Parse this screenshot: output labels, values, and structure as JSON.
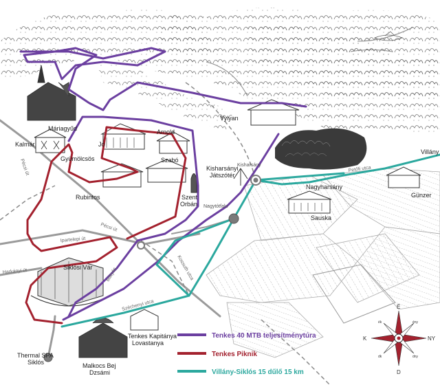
{
  "places": {
    "mariagyud": "Máriagyűd",
    "kalmar": "Kalmár",
    "jo": "Jó",
    "arnold": "Arnold",
    "szabo": "Szabó",
    "gyumolcsos": "Gyümölcsös",
    "rubintos": "Rubintos",
    "vylyan": "Vylyan",
    "kisharsanyi_jatszoter_1": "Kisharsányi",
    "kisharsanyi_jatszoter_2": "Játszótér",
    "kisharsany": "Kisharsány",
    "villany": "Villány",
    "nagyharsany": "Nagyharsány",
    "gunzer": "Günzer",
    "sauska": "Sauska",
    "nagytotfalu": "Nagytótfalu",
    "szent_orban_1": "Szent",
    "szent_orban_2": "Orbán",
    "siklosi_var": "Siklósi Vár",
    "thermal_spa_1": "Thermal SPA",
    "thermal_spa_2": "Siklós",
    "malkocs_1": "Malkocs Bej",
    "malkocs_2": "Dzsámi",
    "tenkes_lovas_1": "Tenkes Kapitánya",
    "tenkes_lovas_2": "Lovastanya"
  },
  "roads": {
    "pecsi_ut_1": "Pécsi út",
    "pecsi_ut_2": "Pécsi út",
    "ipartelepi": "Ipartelepi út",
    "harkanyi": "Harkányi út",
    "kossuth": "Kossuth utca",
    "szechenyi": "Széchenyi utca",
    "petofi": "Petőfi utca",
    "matyas": "Mátyás"
  },
  "legend": [
    {
      "label": "Tenkes 40 MTB teljesítménytúra",
      "color": "#6b3fa0"
    },
    {
      "label": "Tenkes Piknik",
      "color": "#a3212e"
    },
    {
      "label": "Villány-Siklós 15 dűlő 15 km",
      "color": "#2ba89e"
    }
  ],
  "compass": {
    "n": "É",
    "s": "D",
    "e": "NY",
    "w": "K",
    "ne": "ény",
    "nw": "ék",
    "se": "dny",
    "sw": "dk"
  },
  "colors": {
    "purple": "#6b3fa0",
    "red": "#a3212e",
    "teal": "#2ba89e",
    "road": "#9a9a9a"
  }
}
